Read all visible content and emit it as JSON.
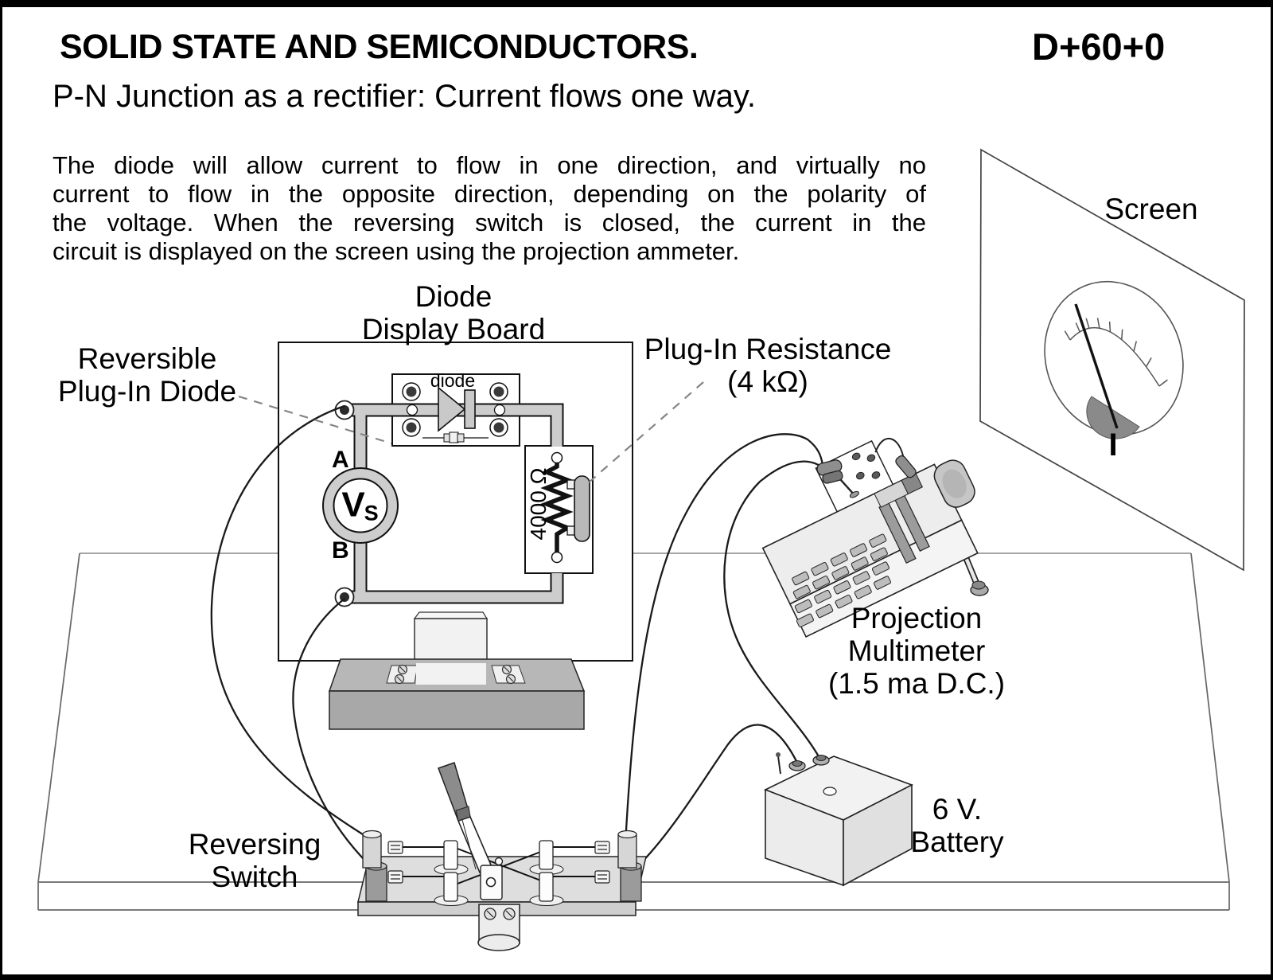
{
  "header": {
    "title": "SOLID STATE AND SEMICONDUCTORS.",
    "code": "D+60+0",
    "subtitle": "P-N Junction as a rectifier: Current flows one way."
  },
  "description": {
    "line1": "The diode will allow current to flow in one direction, and virtually no",
    "line2": "current to flow in the opposite direction, depending on the polarity of",
    "line3": "the voltage.  When the reversing switch is closed, the current in the",
    "line4": "circuit is displayed on the screen using the projection ammeter."
  },
  "labels": {
    "diode_board_line1": "Diode",
    "diode_board_line2": "Display Board",
    "reversible_line1": "Reversible",
    "reversible_line2": "Plug-In Diode",
    "resistance_line1": "Plug-In Resistance",
    "resistance_line2": "(4 kΩ)",
    "screen": "Screen",
    "multimeter_line1": "Projection",
    "multimeter_line2": "Multimeter",
    "multimeter_line3": "(1.5 ma D.C.)",
    "battery_line1": "6 V.",
    "battery_line2": "Battery",
    "switch_line1": "Reversing",
    "switch_line2": "Switch"
  },
  "diagram": {
    "terminal_a": "A",
    "terminal_b": "B",
    "source_v": "V",
    "source_sub": "S",
    "diode_module": "diode",
    "resistor_value": "4000 Ω",
    "meter_current": "I"
  },
  "colors": {
    "wire_gray": "#cdcdcd",
    "component_gray": "#c9c9c9",
    "dark_gray": "#8a8a8a",
    "meter_sector": "#8a8a8a",
    "stand_gray": "#a8a8a8",
    "background": "#ffffff",
    "ink": "#000000"
  }
}
